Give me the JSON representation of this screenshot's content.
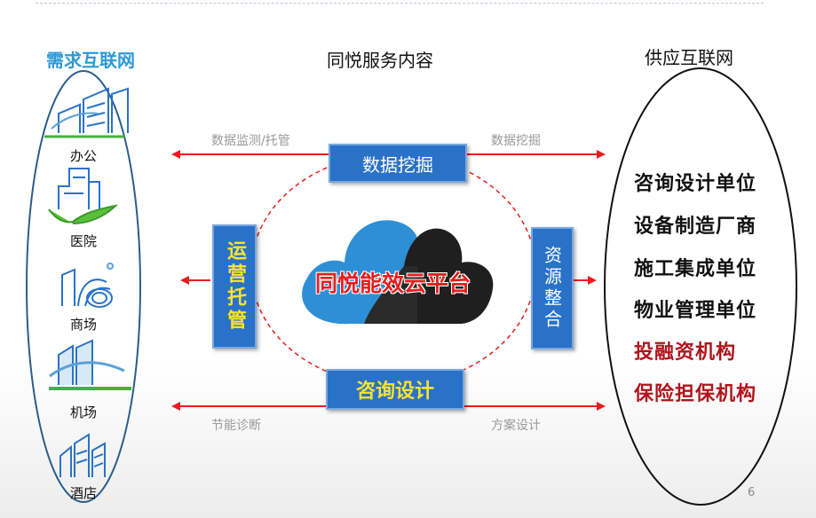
{
  "left_title": "需求互联网",
  "center_title": "同悦服务内容",
  "right_title": "供应互联网",
  "buildings": [
    {
      "label": "办公",
      "icon": "office-building-icon"
    },
    {
      "label": "医院",
      "icon": "hospital-building-icon"
    },
    {
      "label": "商场",
      "icon": "mall-building-icon"
    },
    {
      "label": "机场",
      "icon": "airport-building-icon"
    },
    {
      "label": "酒店",
      "icon": "hotel-building-icon"
    }
  ],
  "top_left_label": "数据监测/托管",
  "top_right_label": "数据挖掘",
  "bottom_left_label": "节能诊断",
  "bottom_right_label": "方案设计",
  "box_top": "数据挖掘",
  "box_bottom": "咨询设计",
  "box_left": "运营托管",
  "box_right": "资源整合",
  "center_platform": "同悦能效云平台",
  "suppliers": [
    {
      "text": "咨询设计单位",
      "color": "#111111"
    },
    {
      "text": "设备制造厂商",
      "color": "#111111"
    },
    {
      "text": "施工集成单位",
      "color": "#111111"
    },
    {
      "text": "物业管理单位",
      "color": "#111111"
    },
    {
      "text": "投融资机构",
      "color": "#b0141c"
    },
    {
      "text": "保险担保机构",
      "color": "#b0141c"
    }
  ],
  "page_number": "6",
  "colors": {
    "arrow": "#e61e1e",
    "box_blue": "#2a72c8",
    "accent_blue": "#2c9ad6",
    "cloud_blue": "#2f8fd6",
    "cloud_dark": "#1f1f1f"
  }
}
